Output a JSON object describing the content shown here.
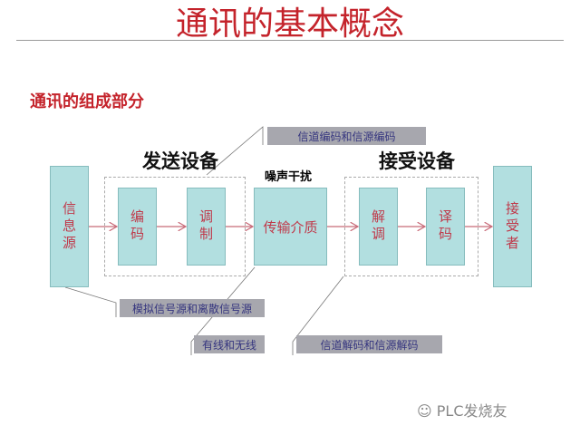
{
  "title": "通讯的基本概念",
  "subtitle": "通讯的组成部分",
  "groups": {
    "send": "发送设备",
    "receive": "接受设备"
  },
  "noise": "噪声干扰",
  "blocks": {
    "source": "信息源",
    "encode": "编码",
    "modulate": "调制",
    "medium": "传输介质",
    "demodulate": "解调",
    "decode": "译码",
    "receiver": "接受者"
  },
  "callouts": {
    "channel_encoding": "信道编码和信源编码",
    "source_types": "模拟信号源和离散信号源",
    "medium_types": "有线和无线",
    "channel_decoding": "信道解码和信源解码"
  },
  "watermark": "PLC发烧友"
}
